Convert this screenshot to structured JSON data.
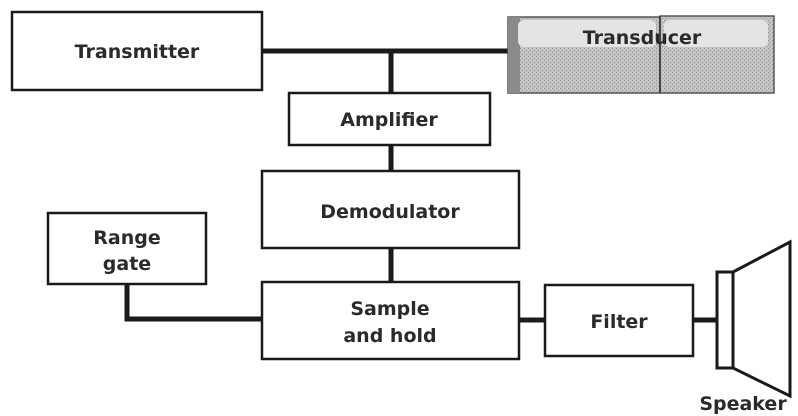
{
  "diagram": {
    "blocks": {
      "transmitter": "Transmitter",
      "transducer": "Transducer",
      "amplifier": "Amplifier",
      "demodulator": "Demodulator",
      "range_gate": [
        "Range",
        "gate"
      ],
      "sample_and_hold": [
        "Sample",
        "and hold"
      ],
      "filter": "Filter",
      "speaker": "Speaker"
    },
    "colors": {
      "line": "#1a1a1a",
      "box_fill": "#ffffff",
      "transducer_fill": "#b9b9b9",
      "transducer_highlight": "#e4e4e4",
      "text": "#2a2a2a"
    }
  }
}
